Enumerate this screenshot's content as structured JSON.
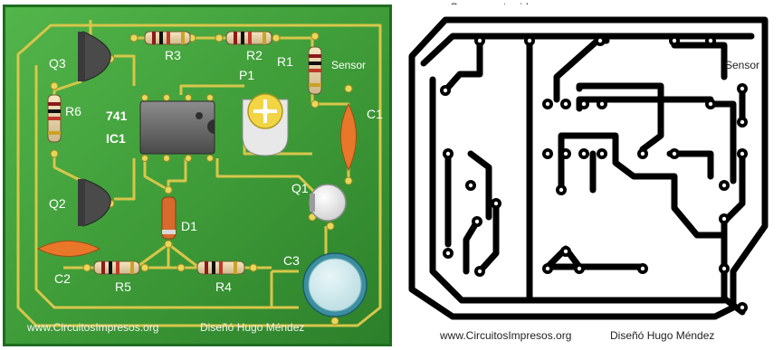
{
  "top_caption": "Components side",
  "assembly_view": {
    "board_color": "#3f9a3a",
    "labels": {
      "q3": "Q3",
      "r6": "R6",
      "ic_type": "741",
      "ic_name": "IC1",
      "q2": "Q2",
      "c2": "C2",
      "r5": "R5",
      "r4": "R4",
      "d1": "D1",
      "r3": "R3",
      "r2": "R2",
      "r1": "R1",
      "p1": "P1",
      "sensor": "Sensor",
      "c1": "C1",
      "q1": "Q1",
      "c3": "C3"
    },
    "footer_site": "www.CircuitosImpresos.org",
    "footer_credit": "Diseñó Hugo Méndez"
  },
  "copper_view": {
    "trace_color": "#000000",
    "sensor_label": "Sensor",
    "footer_site": "www.CircuitosImpresos.org",
    "footer_credit": "Diseñó Hugo Méndez"
  }
}
